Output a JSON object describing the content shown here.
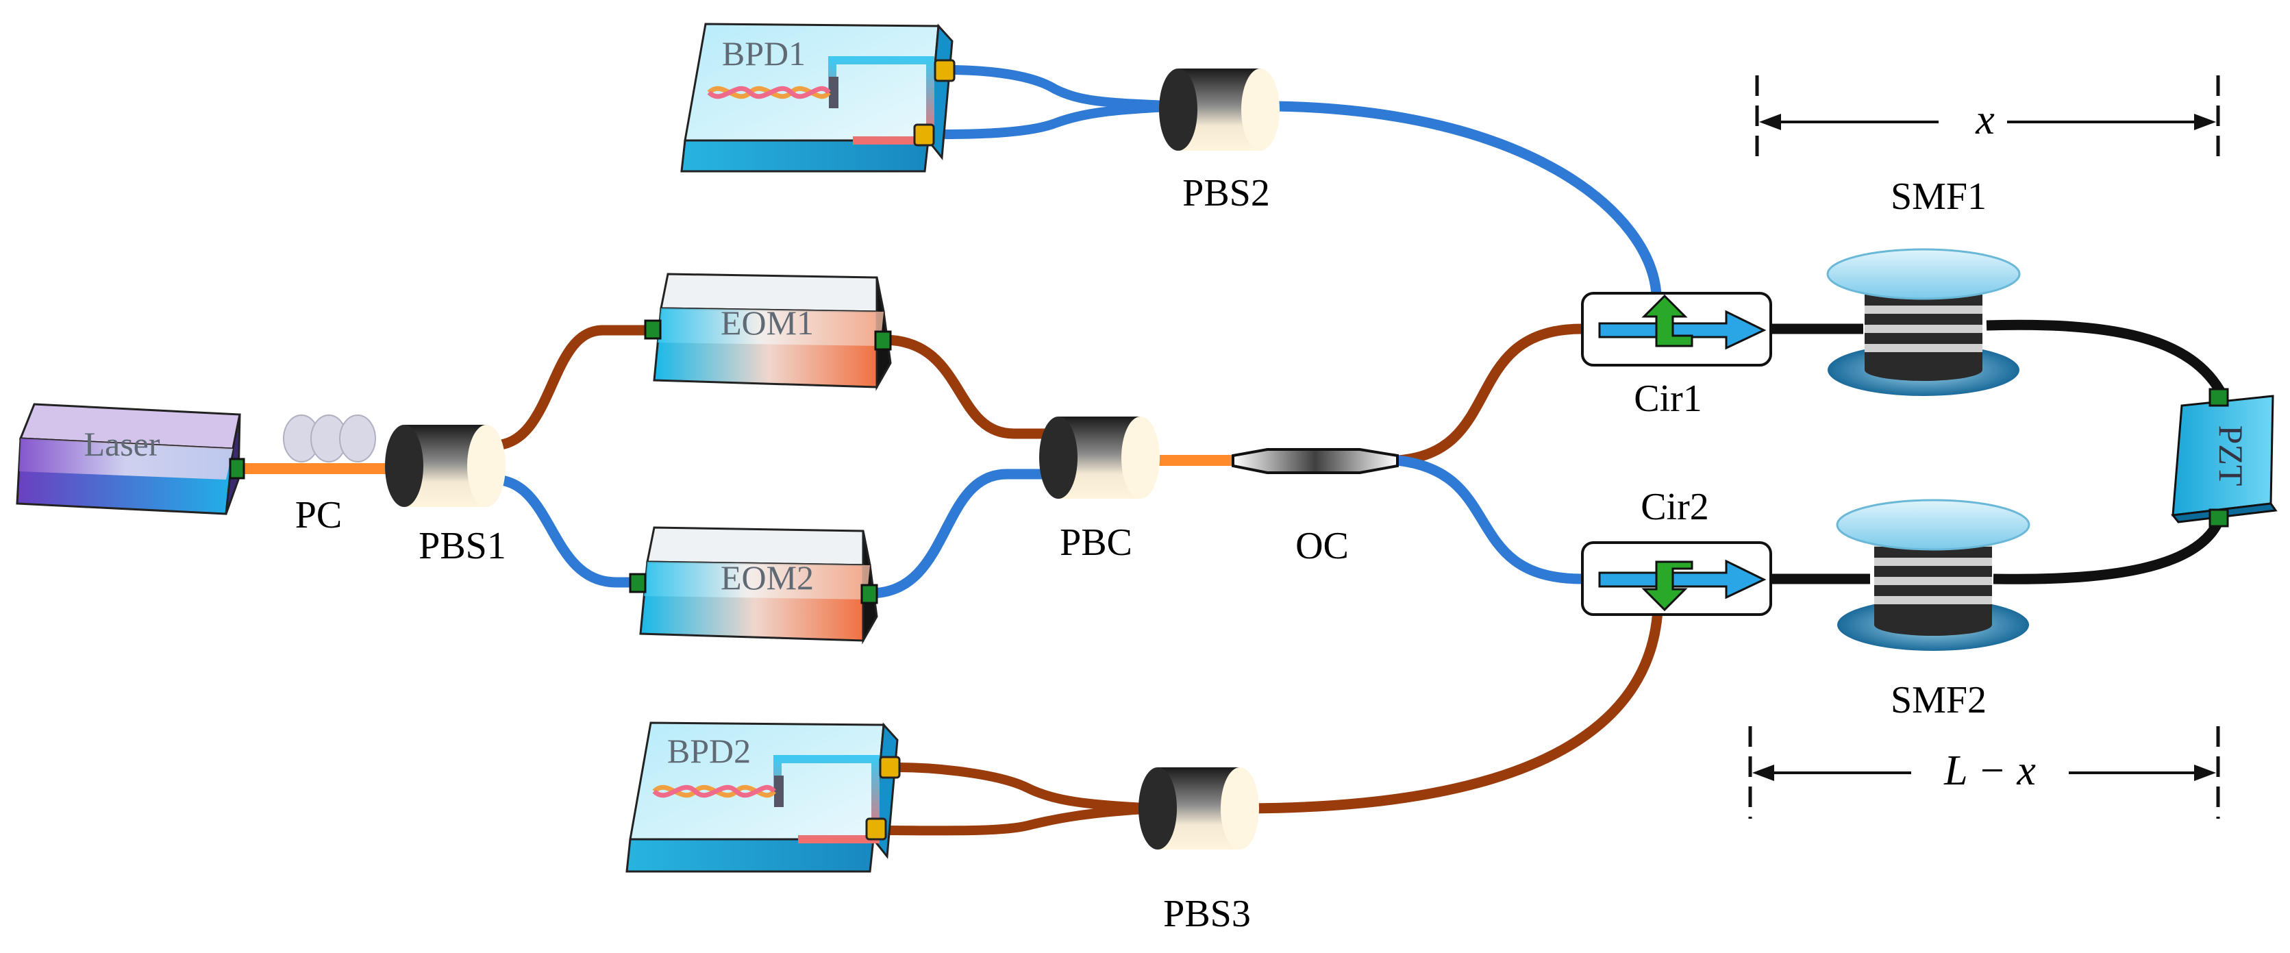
{
  "components": {
    "laser": "Laser",
    "pc": "PC",
    "pbs1": "PBS1",
    "pbs2": "PBS2",
    "pbs3": "PBS3",
    "eom1": "EOM1",
    "eom2": "EOM2",
    "pbc": "PBC",
    "oc": "OC",
    "cir1": "Cir1",
    "cir2": "Cir2",
    "bpd1": "BPD1",
    "bpd2": "BPD2",
    "smf1": "SMF1",
    "smf2": "SMF2",
    "pzt": "PZT"
  },
  "dimensions": {
    "top": "x",
    "bottom": "L − x"
  },
  "colors": {
    "fiber_orange": "#ff8a2a",
    "fiber_brown": "#9a3b0c",
    "fiber_blue": "#2e7ad4",
    "fiber_black": "#101010",
    "device_cyan": "#3cc8f0",
    "arrow_green": "#2aa82a"
  }
}
